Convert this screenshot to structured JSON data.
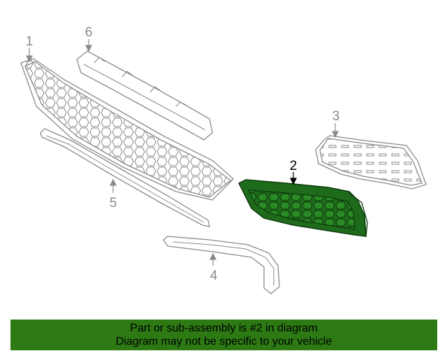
{
  "diagram": {
    "callouts": {
      "part_1": "1",
      "part_2": "2",
      "part_3": "3",
      "part_4": "4",
      "part_5": "5",
      "part_6": "6"
    },
    "colors": {
      "outline": "#8a8a8a",
      "highlight_fill": "#1f6b1c",
      "highlight_stroke": "#0d3a0c",
      "highlight_label": "#000000"
    }
  },
  "footer": {
    "line_1": "Part or sub-assembly is #2 in diagram",
    "line_2": "Diagram may not be specific to your vehicle",
    "background": "#2d7a14"
  }
}
